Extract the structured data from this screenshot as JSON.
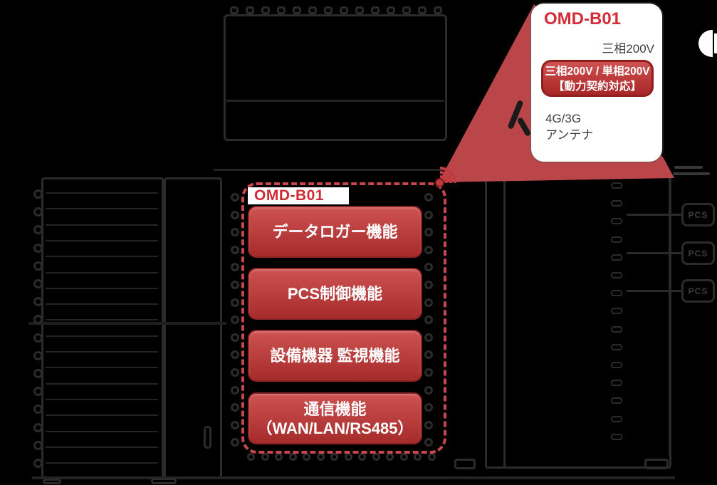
{
  "palette": {
    "background": "#000000",
    "beam_red": "#bb4649",
    "dashed_border_red": "#c6484e",
    "button_gradient_top": "#cd5252",
    "button_gradient_bottom": "#a62b2b",
    "title_red": "#d22d38",
    "card_background": "#ffffff",
    "card_text_gray": "#3f3f3f",
    "faint_outline_gray": "#2b2b2b"
  },
  "callout_card": {
    "title": "OMD-B01",
    "power_label": "三相200V",
    "badge_line1": "三相200V / 単相200V",
    "badge_line2": "【動力契約対応】",
    "antenna_label_line1": "4G/3G",
    "antenna_label_line2": "アンテナ"
  },
  "feature_box": {
    "label": "OMD-B01",
    "buttons": [
      {
        "label": "データロガー機能"
      },
      {
        "label": "PCS制御機能"
      },
      {
        "label": "設備機器 監視機能"
      },
      {
        "label": "通信機能",
        "label2": "（WAN/LAN/RS485）"
      }
    ]
  },
  "background_diagram": {
    "pcs_units": [
      {
        "label": "PCS"
      },
      {
        "label": "PCS"
      },
      {
        "label": "PCS"
      }
    ]
  }
}
